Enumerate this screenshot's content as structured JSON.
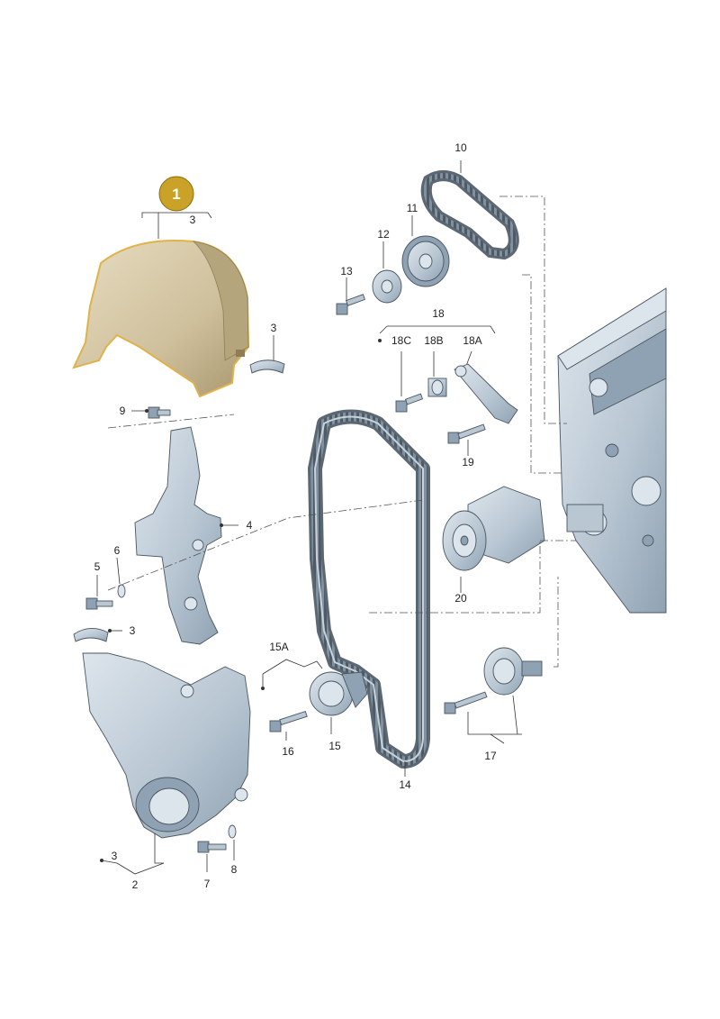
{
  "highlight": {
    "label": "1",
    "fill": "#c9a227",
    "stroke": "#8a6d12",
    "text": "#ffffff"
  },
  "colors": {
    "part": "#b9c7d3",
    "part_dark": "#8fa2b3",
    "part_light": "#dde5ec",
    "highlight_part": "#cfc09c",
    "highlight_outline": "#e0b24a"
  },
  "labels": {
    "l2": "2",
    "l3a": "3",
    "l3b": "3",
    "l3c": "3",
    "l3d": "3",
    "l4": "4",
    "l5": "5",
    "l6": "6",
    "l7": "7",
    "l8": "8",
    "l9": "9",
    "l10": "10",
    "l11": "11",
    "l12": "12",
    "l13": "13",
    "l14": "14",
    "l15": "15",
    "l15a": "15A",
    "l16": "16",
    "l17": "17",
    "l18": "18",
    "l18a": "18A",
    "l18b": "18B",
    "l18c": "18C",
    "l19": "19",
    "l20": "20"
  }
}
